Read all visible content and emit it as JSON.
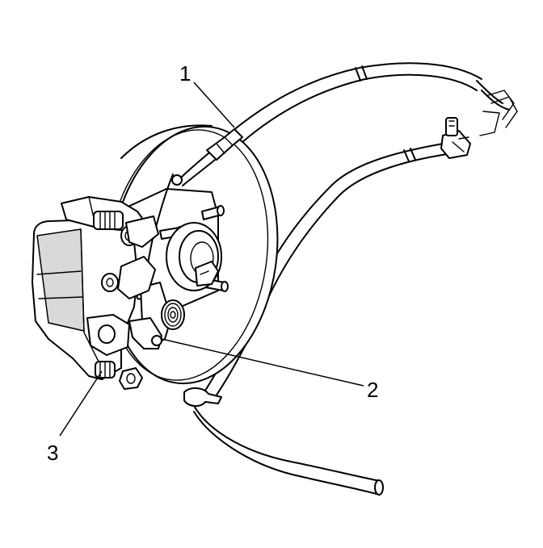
{
  "callouts": [
    {
      "id": "1",
      "label": "1"
    },
    {
      "id": "2",
      "label": "2"
    },
    {
      "id": "3",
      "label": "3"
    }
  ],
  "colors": {
    "line": "#000000",
    "background": "#ffffff",
    "shade": "#d9d9d9"
  }
}
